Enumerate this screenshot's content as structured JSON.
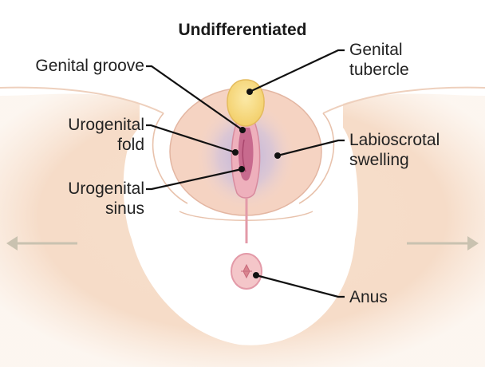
{
  "title": "Undifferentiated",
  "labels": {
    "genital_groove": "Genital groove",
    "urogenital_fold": [
      "Urogenital",
      "fold"
    ],
    "urogenital_sinus": [
      "Urogenital",
      "sinus"
    ],
    "genital_tubercle": [
      "Genital",
      "tubercle"
    ],
    "labioscrotal_swelling": [
      "Labioscrotal",
      "swelling"
    ],
    "anus": "Anus"
  },
  "colors": {
    "skin": "#f6dcc8",
    "skin_outline": "#e8b99b",
    "tubercle": "#f7dd82",
    "fold": "#e9a7b4",
    "groove": "#c55d86",
    "swelling_shadow": "#c2b9df",
    "leader_line": "#111111",
    "arrow": "#c9c2b0"
  },
  "icons": [
    "left-arrow-icon",
    "right-arrow-icon"
  ]
}
